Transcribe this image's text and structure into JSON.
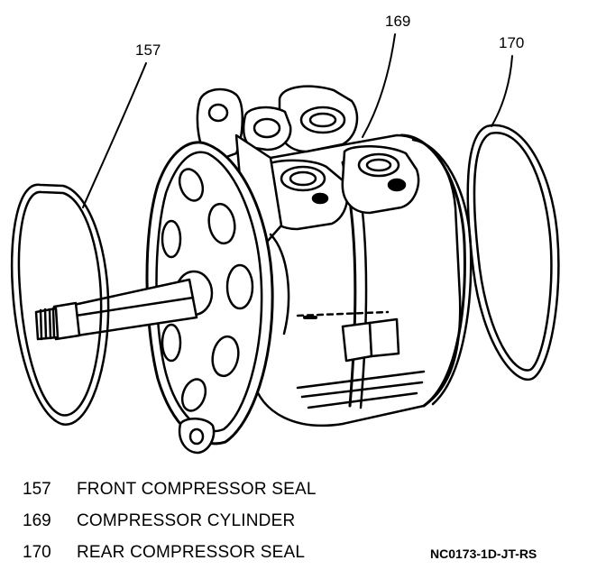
{
  "callouts": {
    "front_seal": "157",
    "cylinder": "169",
    "rear_seal": "170"
  },
  "legend": [
    {
      "number": "157",
      "label": "FRONT COMPRESSOR SEAL"
    },
    {
      "number": "169",
      "label": "COMPRESSOR CYLINDER"
    },
    {
      "number": "170",
      "label": "REAR COMPRESSOR SEAL"
    }
  ],
  "figure_code": "NC0173-1D-JT-RS"
}
